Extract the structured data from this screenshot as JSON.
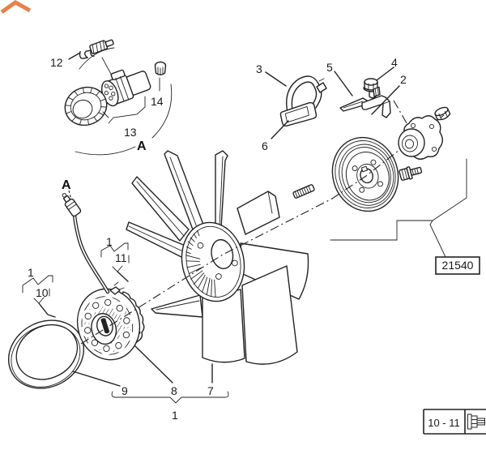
{
  "colors": {
    "line": "#222222",
    "accent_logo": "#E8804B",
    "background": "#FFFFFF"
  },
  "logo": {
    "shape": "orange-chevron"
  },
  "callouts": {
    "part12": "12",
    "part13": "13",
    "part14": "14",
    "detail_a_marker": "A",
    "detail_a_pointer": "A",
    "part3": "3",
    "part5": "5",
    "part4": "4",
    "part2": "2",
    "part6": "6",
    "group1_over10": "1",
    "part10": "10",
    "group1_over11": "1",
    "part11": "11",
    "part9": "9",
    "part8": "8",
    "part7": "7",
    "group1_bottom": "1"
  },
  "part_number_box": {
    "text": "21540"
  },
  "page_reference": {
    "text": "10 - 11",
    "icon": "bolt-icon"
  }
}
